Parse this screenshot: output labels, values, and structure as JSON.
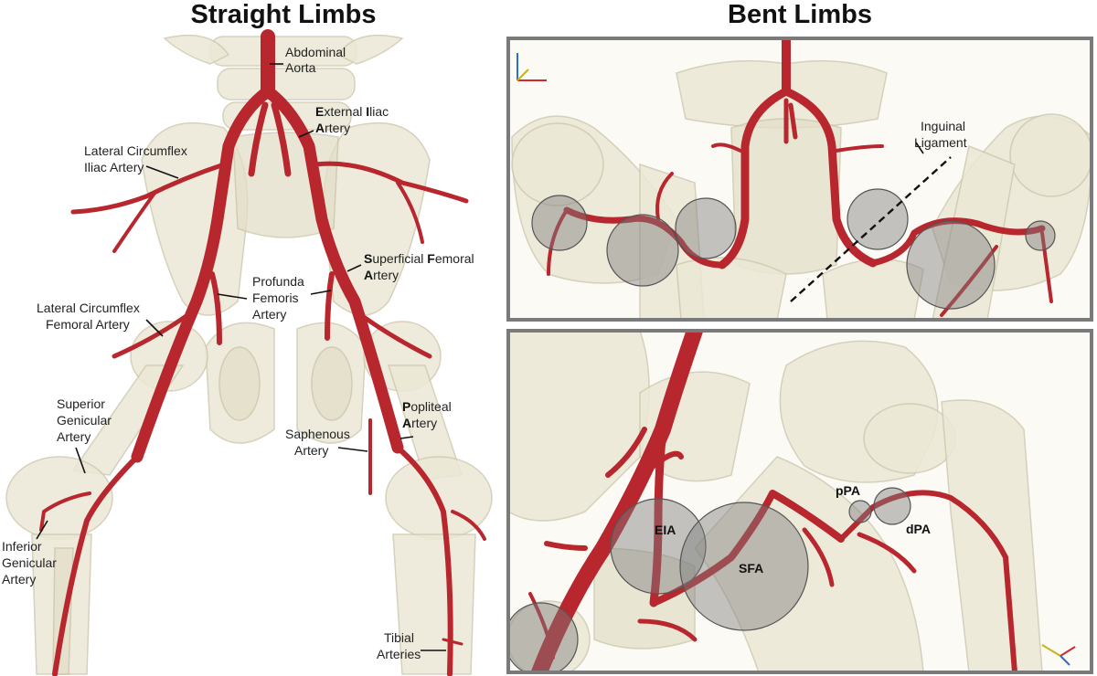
{
  "headings": {
    "left": "Straight Limbs",
    "right": "Bent Limbs"
  },
  "left_labels": {
    "abdominal_aorta": [
      "Abdominal",
      "Aorta"
    ],
    "external_iliac": {
      "l1_bold": "E",
      "l1_rest": "xternal ",
      "l1_bold2": "I",
      "l1_rest2": "liac",
      "l2_bold": "A",
      "l2_rest": "rtery"
    },
    "lat_circ_iliac": [
      "Lateral Circumflex",
      "Iliac Artery"
    ],
    "superficial_femoral": {
      "l1_bold": "S",
      "l1_rest": "uperficial ",
      "l1_bold2": "F",
      "l1_rest2": "emoral",
      "l2_bold": "A",
      "l2_rest": "rtery"
    },
    "profunda_femoris": [
      "Profunda",
      "Femoris",
      "Artery"
    ],
    "lat_circ_femoral": [
      "Lateral Circumflex",
      "Femoral Artery"
    ],
    "superior_genicular": [
      "Superior",
      "Genicular",
      "Artery"
    ],
    "popliteal": {
      "l1_bold": "P",
      "l1_rest": "opliteal",
      "l2_bold": "A",
      "l2_rest": "rtery"
    },
    "saphenous": [
      "Saphenous",
      "Artery"
    ],
    "inferior_genicular": [
      "Inferior",
      "Genicular",
      "Artery"
    ],
    "tibial": [
      "Tibial",
      "Arteries"
    ]
  },
  "right_top_labels": {
    "inguinal_ligament": [
      "Inguinal",
      "Ligament"
    ]
  },
  "right_bottom_labels": {
    "eia": "EIA",
    "sfa": "SFA",
    "ppa": "pPA",
    "dpa": "dPA"
  },
  "colors": {
    "artery": "#b8262e",
    "bone": "#ece8d6",
    "sphere": "#7d7d7d",
    "panel_border": "#7a7a7a"
  }
}
